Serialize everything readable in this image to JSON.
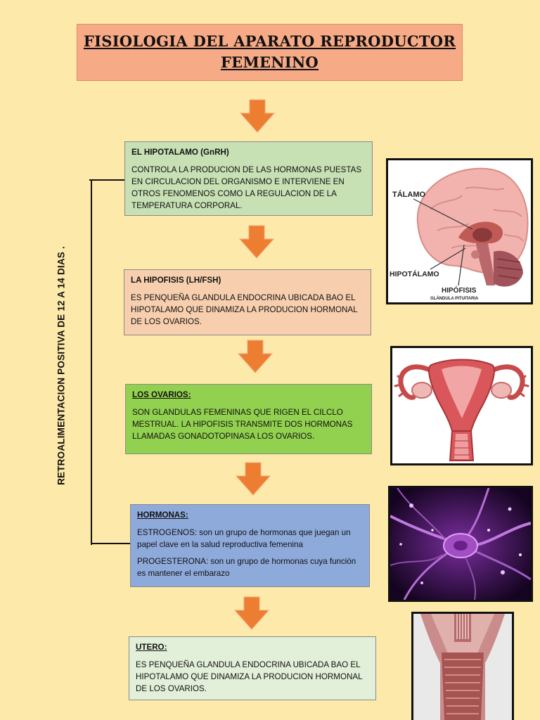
{
  "title": {
    "line1": "FISIOLOGIA DEL APARATO REPRODUCTOR",
    "line2": "FEMENINO"
  },
  "side_label": "RETROALIMENTACION POSITIVA DE 12 A 14 DIAS .",
  "boxes": [
    {
      "heading": "EL HIPOTALAMO (GnRH)",
      "paragraphs": [
        "CONTROLA LA PRODUCION DE LAS HORMONAS PUESTAS EN CIRCULACION DEL ORGANISMO E INTERVIENE EN OTROS FENOMENOS COMO LA REGULACION DE LA TEMPERATURA CORPORAL."
      ],
      "color": "#c7e0b4"
    },
    {
      "heading": "LA HIPOFISIS (LH/FSH)",
      "paragraphs": [
        "ES PENQUEÑA GLANDULA ENDOCRINA UBICADA BAO EL HIPOTALAMO QUE DINAMIZA LA PRODUCION HORMONAL DE LOS OVARIOS."
      ],
      "color": "#f7cfae"
    },
    {
      "heading": "LOS OVARIOS:",
      "paragraphs": [
        "SON GLANDULAS FEMENINAS QUE RIGEN EL CILCLO MESTRUAL. LA HIPOFISIS TRANSMITE DOS HORMONAS LLAMADAS GONADOTOPINASA LOS OVARIOS."
      ],
      "color": "#92d050"
    },
    {
      "heading": "HORMONAS:",
      "paragraphs": [
        "ESTROGENOS: son un grupo de hormonas que juegan un papel clave en la salud reproductiva femenina",
        "PROGESTERONA: son un grupo de hormonas cuya función es mantener el embarazo"
      ],
      "color": "#8eaadb"
    },
    {
      "heading": "UTERO:",
      "paragraphs": [
        "ES PENQUEÑA GLANDULA ENDOCRINA UBICADA BAO EL HIPOTALAMO QUE DINAMIZA LA PRODUCION HORMONAL DE LOS OVARIOS."
      ],
      "color": "#e2efd9"
    }
  ],
  "brain_labels": {
    "talamo": "TÁLAMO",
    "hipotalamo": "HIPOTÁLAMO",
    "hipofisis": "HIPÓFISIS",
    "glandula": "GLÁNDULA PITUITARIA"
  },
  "colors": {
    "background": "#fde9a9",
    "arrow": "#ed7d31",
    "title_box": "#f6aa86"
  }
}
